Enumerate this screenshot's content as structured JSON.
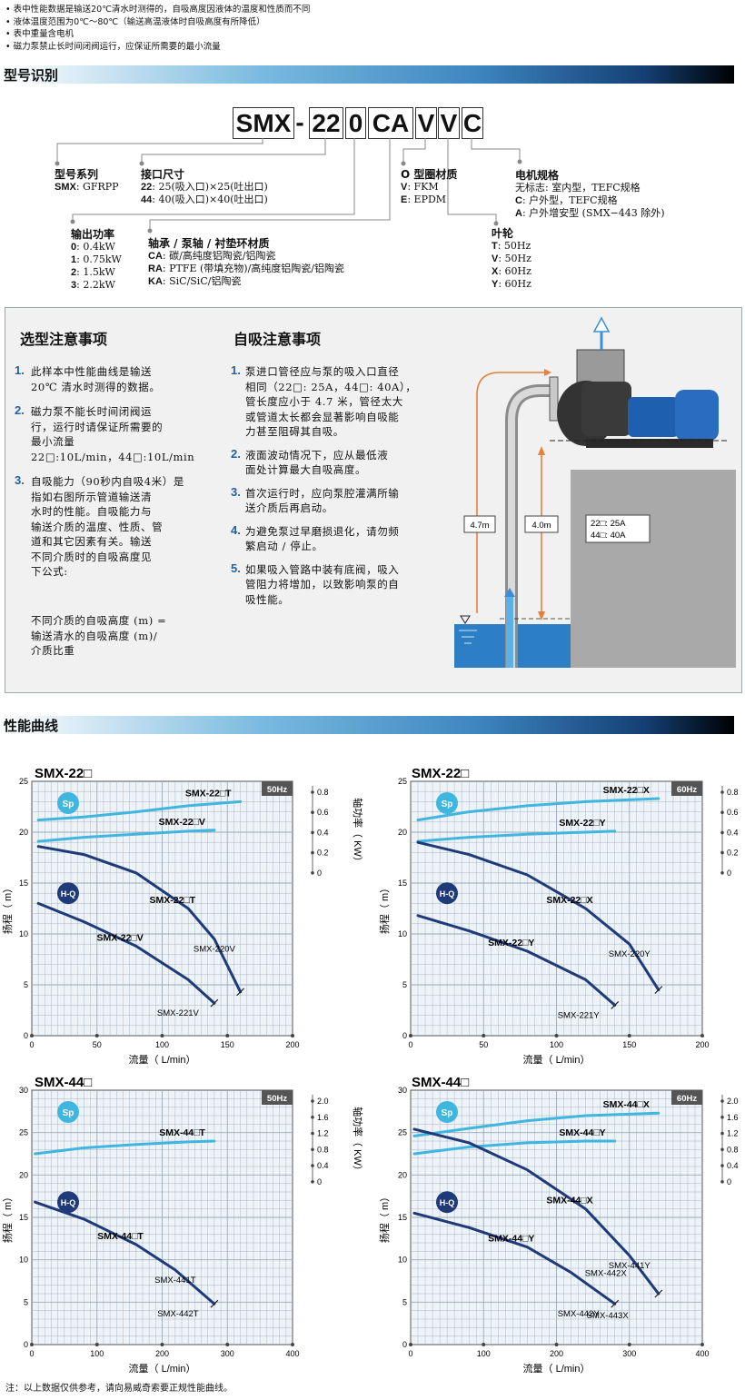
{
  "notes": [
    "• 表中性能数据是输送20℃清水时测得的，自吸高度因液体的温度和性质而不同",
    "• 液体温度范围为0℃～80℃（输送高温液体时自吸高度有所降低）",
    "• 表中重量含电机",
    "• 磁力泵禁止长时间闭阀运行，应保证所需要的最小流量"
  ],
  "section_model": "型号识别",
  "model_parts": [
    "SMX",
    "-",
    "22",
    "0",
    "CA",
    "V",
    "V",
    "C"
  ],
  "model_labels": {
    "series": {
      "title": "型号系列",
      "lines": [
        [
          "SMX",
          ": GFRPP"
        ]
      ]
    },
    "port": {
      "title": "接口尺寸",
      "lines": [
        [
          "22",
          ": 25(吸入口)×25(吐出口)"
        ],
        [
          "44",
          ": 40(吸入口)×40(吐出口)"
        ]
      ]
    },
    "power": {
      "title": "输出功率",
      "lines": [
        [
          "0",
          ": 0.4kW"
        ],
        [
          "1",
          ": 0.75kW"
        ],
        [
          "2",
          ": 1.5kW"
        ],
        [
          "3",
          ": 2.2kW"
        ]
      ]
    },
    "bearing": {
      "title": "轴承 / 泵轴 / 衬垫环材质",
      "lines": [
        [
          "CA",
          ": 碳/高纯度铝陶瓷/铝陶瓷"
        ],
        [
          "RA",
          ": PTFE (带填充物)/高纯度铝陶瓷/铝陶瓷"
        ],
        [
          "KA",
          ":  SiC/SiC/铝陶瓷"
        ]
      ]
    },
    "oring": {
      "title": "O 型圈材质",
      "lines": [
        [
          "V",
          ": FKM"
        ],
        [
          "E",
          ": EPDM"
        ]
      ]
    },
    "motor": {
      "title": "电机规格",
      "lines": [
        [
          "",
          "无标志: 室内型，TEFC规格"
        ],
        [
          "C",
          ": 户外型，TEFC规格"
        ],
        [
          "A",
          ": 户外增安型 (SMX−443 除外)"
        ]
      ]
    },
    "impeller": {
      "title": "叶轮",
      "lines": [
        [
          "T",
          ": 50Hz"
        ],
        [
          "V",
          ": 50Hz"
        ],
        [
          "X",
          ": 60Hz"
        ],
        [
          "Y",
          ": 60Hz"
        ]
      ]
    }
  },
  "selection": {
    "title": "选型注意事项",
    "items": [
      {
        "num": "1.",
        "lines": [
          "此样本中性能曲线是输送",
          "20℃ 清水时测得的数据。"
        ]
      },
      {
        "num": "2.",
        "lines": [
          "磁力泵不能长时间闭阀运",
          "行，运行时请保证所需要的",
          "最小流量",
          "22□:10L/min，44□:10L/min"
        ]
      },
      {
        "num": "3.",
        "lines": [
          "自吸能力（90秒内自吸4米）是",
          "指如右图所示管道输送清",
          "水时的性能。自吸能力与",
          "输送介质的温度、性质、管",
          "道和其它因素有关。输送",
          "不同介质时的自吸高度见",
          "下公式:"
        ]
      }
    ],
    "formula": [
      "不同介质的自吸高度 (m) =",
      "输送清水的自吸高度 (m)/",
      "介质比重"
    ]
  },
  "selfpriming": {
    "title": "自吸注意事项",
    "items": [
      {
        "num": "1.",
        "lines": [
          "泵进口管径应与泵的吸入口直径",
          "相同（22□: 25A，44□: 40A），",
          "管长度应小于 4.7 米，管径太大",
          "或管道太长都会显著影响自吸能",
          "力甚至阻碍其自吸。"
        ]
      },
      {
        "num": "2.",
        "lines": [
          "液面波动情况下，应从最低液",
          "面处计算最大自吸高度。"
        ]
      },
      {
        "num": "3.",
        "lines": [
          "首次运行时，应向泵腔灌满所输",
          "送介质后再启动。"
        ]
      },
      {
        "num": "4.",
        "lines": [
          "为避免泵过早磨损退化，请勿频",
          "繁启动 / 停止。"
        ]
      },
      {
        "num": "5.",
        "lines": [
          "如果吸入管路中装有底阀，吸入",
          "管阻力将增加，以致影响泵的自",
          "吸性能。"
        ]
      }
    ]
  },
  "diagram": {
    "pipe_length": "4.7m",
    "lift": "4.0m",
    "sizes": [
      "22□: 25A",
      "44□: 40A"
    ]
  },
  "section_curves": "性能曲线",
  "footer": "注：以上数据仅供参考，请向易威奇索要正规性能曲线。",
  "colors": {
    "hq": "#1f3a78",
    "sp": "#3fb6e0",
    "grid": "#9aa9b8",
    "grid_bg": "#eef3f8",
    "accent": "#2260a8",
    "arrow": "#e8803a"
  },
  "chart_data": [
    {
      "type": "line",
      "title": "SMX-22□",
      "freq": "50Hz",
      "xlabel": "流量（ L/min）",
      "ylabel": "扬程（ m）",
      "y2label": "轴功率（ KW）",
      "xlim": [
        0,
        200
      ],
      "xticks": [
        0,
        50,
        100,
        150,
        200
      ],
      "ylim": [
        0,
        25
      ],
      "yticks": [
        0,
        5,
        10,
        15,
        20,
        25
      ],
      "y2ticks": [
        "0",
        "0.2",
        "0.4",
        "0.6",
        "0.8"
      ],
      "badges": [
        "Sp",
        "H-Q"
      ],
      "series": [
        {
          "name": "SMX-22□T",
          "kind": "sp",
          "x": [
            5,
            40,
            80,
            120,
            160
          ],
          "y": [
            21.2,
            21.5,
            22.0,
            22.6,
            23.0
          ]
        },
        {
          "name": "SMX-22□V",
          "kind": "sp",
          "x": [
            5,
            40,
            80,
            120,
            140
          ],
          "y": [
            19.1,
            19.5,
            19.8,
            20.1,
            20.2
          ]
        },
        {
          "name": "SMX-22□T",
          "kind": "hq",
          "x": [
            5,
            40,
            80,
            120,
            140,
            160
          ],
          "y": [
            18.6,
            17.8,
            16.0,
            12.5,
            9.5,
            4.3
          ]
        },
        {
          "name": "SMX-22□V",
          "kind": "hq",
          "x": [
            5,
            40,
            80,
            120,
            140
          ],
          "y": [
            13.0,
            11.2,
            8.8,
            5.5,
            3.2
          ]
        }
      ],
      "annotations": [
        "SMX-220V",
        "SMX-221V"
      ]
    },
    {
      "type": "line",
      "title": "SMX-22□",
      "freq": "60Hz",
      "xlabel": "流量（ L/min）",
      "ylabel": "扬程（ m）",
      "y2label": "轴功率（ KW）",
      "xlim": [
        0,
        200
      ],
      "xticks": [
        0,
        50,
        100,
        150,
        200
      ],
      "ylim": [
        0,
        25
      ],
      "yticks": [
        0,
        5,
        10,
        15,
        20,
        25
      ],
      "y2ticks": [
        "0",
        "0.2",
        "0.4",
        "0.6",
        "0.8"
      ],
      "badges": [
        "Sp",
        "H-Q"
      ],
      "series": [
        {
          "name": "SMX-22□X",
          "kind": "sp",
          "x": [
            5,
            40,
            80,
            120,
            170
          ],
          "y": [
            21.2,
            22.0,
            22.6,
            23.0,
            23.3
          ]
        },
        {
          "name": "SMX-22□Y",
          "kind": "sp",
          "x": [
            5,
            40,
            80,
            120,
            140
          ],
          "y": [
            19.1,
            19.5,
            19.8,
            20.0,
            20.1
          ]
        },
        {
          "name": "SMX-22□X",
          "kind": "hq",
          "x": [
            5,
            40,
            80,
            120,
            150,
            170
          ],
          "y": [
            19.0,
            17.8,
            15.8,
            12.5,
            9.0,
            4.5
          ]
        },
        {
          "name": "SMX-22□Y",
          "kind": "hq",
          "x": [
            5,
            40,
            80,
            120,
            140
          ],
          "y": [
            11.8,
            10.3,
            8.3,
            5.5,
            3.0
          ]
        }
      ],
      "annotations": [
        "SMX-220Y",
        "SMX-221Y"
      ]
    },
    {
      "type": "line",
      "title": "SMX-44□",
      "freq": "50Hz",
      "xlabel": "流量（ L/min）",
      "ylabel": "扬程（ m）",
      "y2label": "轴功率（ KW）",
      "xlim": [
        0,
        400
      ],
      "xticks": [
        0,
        100,
        200,
        300,
        400
      ],
      "ylim": [
        0,
        30
      ],
      "yticks": [
        0,
        5,
        10,
        15,
        20,
        25,
        30
      ],
      "y2ticks": [
        "0",
        "0.4",
        "0.8",
        "1.2",
        "1.6",
        "2.0"
      ],
      "badges": [
        "Sp",
        "H-Q"
      ],
      "series": [
        {
          "name": "SMX-44□T",
          "kind": "sp",
          "x": [
            5,
            80,
            160,
            240,
            280
          ],
          "y": [
            22.5,
            23.2,
            23.6,
            23.9,
            24.0
          ]
        },
        {
          "name": "SMX-44□T",
          "kind": "hq",
          "x": [
            5,
            80,
            160,
            220,
            280
          ],
          "y": [
            16.8,
            14.8,
            11.8,
            8.8,
            4.8
          ]
        }
      ],
      "annotations": [
        "SMX-441T",
        "SMX-442T"
      ]
    },
    {
      "type": "line",
      "title": "SMX-44□",
      "freq": "60Hz",
      "xlabel": "流量（ L/min）",
      "ylabel": "扬程（ m）",
      "y2label": "轴功率（ KW）",
      "xlim": [
        0,
        400
      ],
      "xticks": [
        0,
        100,
        200,
        300,
        400
      ],
      "ylim": [
        0,
        30
      ],
      "yticks": [
        0,
        5,
        10,
        15,
        20,
        25,
        30
      ],
      "y2ticks": [
        "0",
        "0.4",
        "0.8",
        "1.2",
        "1.6",
        "2.0"
      ],
      "badges": [
        "Sp",
        "H-Q"
      ],
      "series": [
        {
          "name": "SMX-44□X",
          "kind": "sp",
          "x": [
            5,
            80,
            160,
            240,
            340
          ],
          "y": [
            24.6,
            25.5,
            26.4,
            27.0,
            27.3
          ]
        },
        {
          "name": "SMX-44□Y",
          "kind": "sp",
          "x": [
            5,
            80,
            160,
            240,
            280
          ],
          "y": [
            22.5,
            23.3,
            23.8,
            24.0,
            24.0
          ]
        },
        {
          "name": "SMX-44□X",
          "kind": "hq",
          "x": [
            5,
            80,
            160,
            240,
            300,
            340
          ],
          "y": [
            25.4,
            23.8,
            20.6,
            16.0,
            10.5,
            6.0
          ]
        },
        {
          "name": "SMX-44□Y",
          "kind": "hq",
          "x": [
            5,
            80,
            160,
            220,
            280
          ],
          "y": [
            15.5,
            13.8,
            11.5,
            8.5,
            4.8
          ]
        }
      ],
      "annotations": [
        "SMX-441Y",
        "SMX-442Y",
        "SMX-442X",
        "SMX-443X"
      ]
    }
  ]
}
